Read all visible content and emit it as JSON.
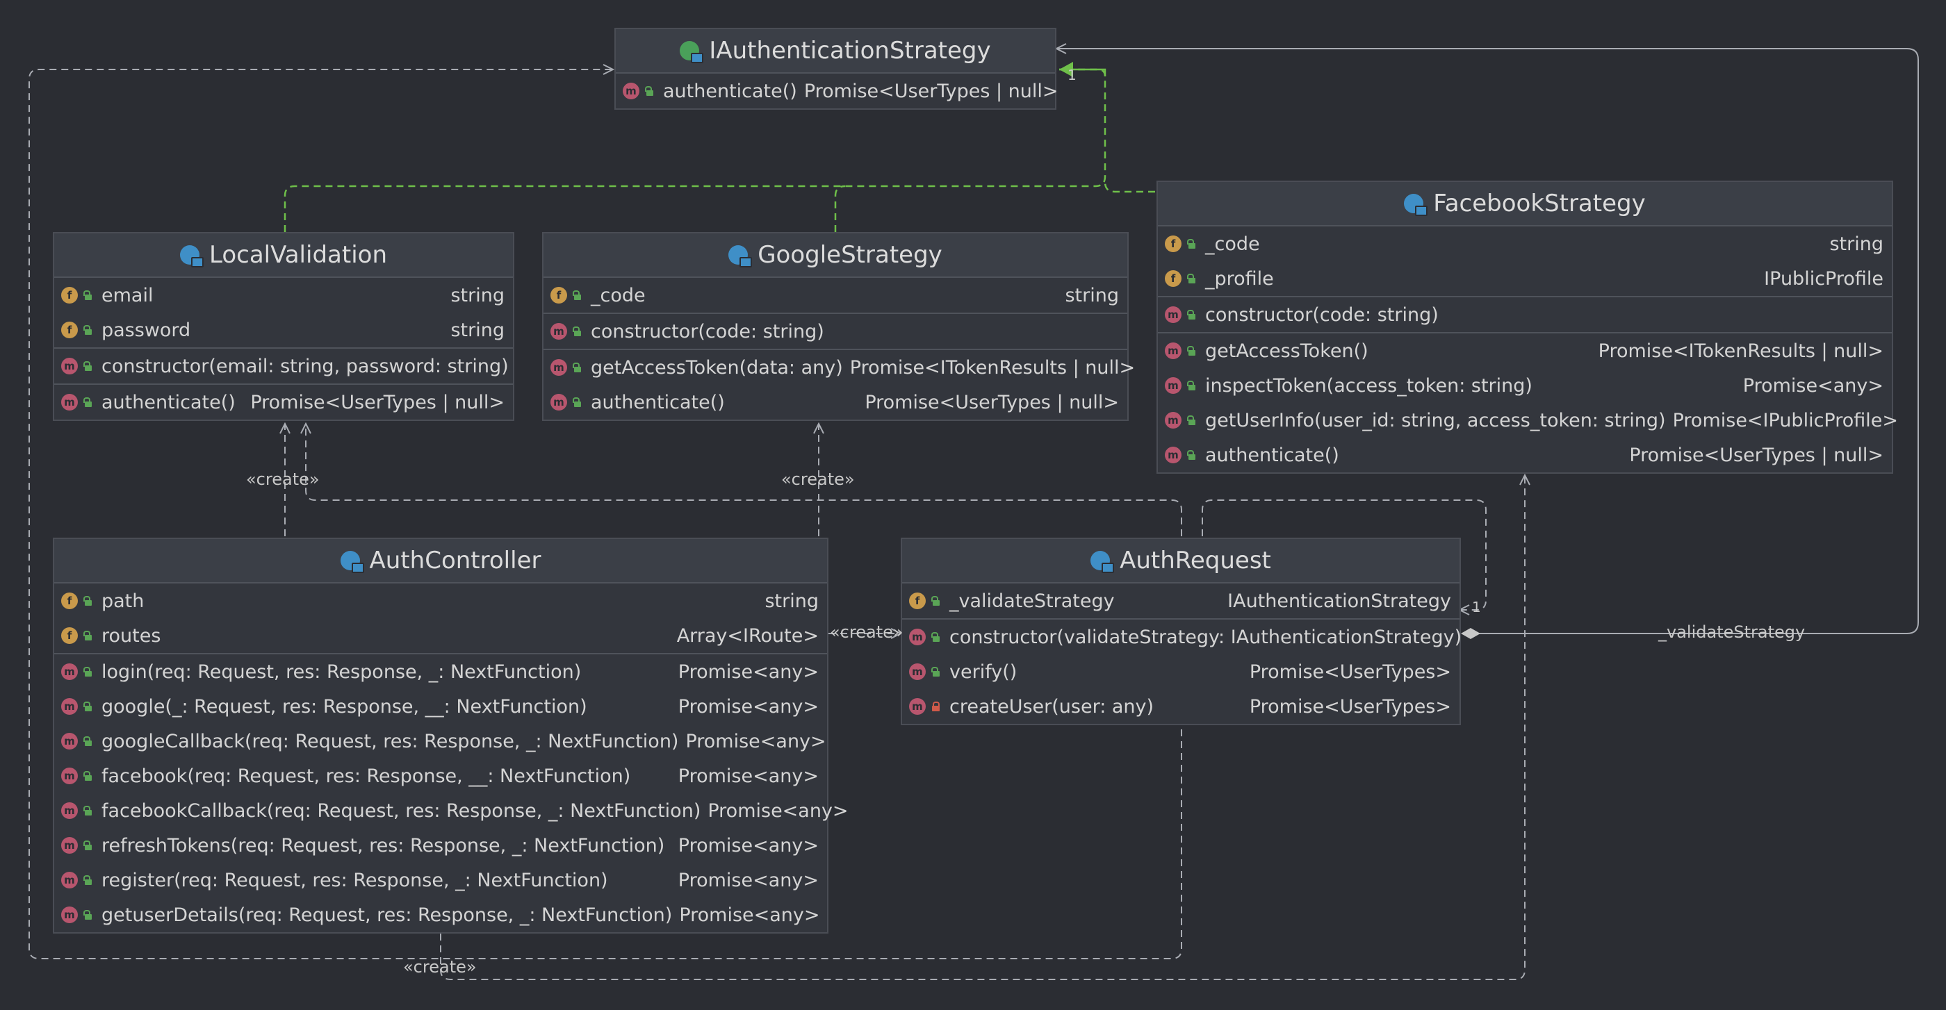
{
  "classes": {
    "iauth": {
      "name": "IAuthenticationStrategy",
      "sections": [
        [
          {
            "kind": "m",
            "vis": "pub",
            "name": "authenticate()",
            "type": "Promise<UserTypes | null>"
          }
        ]
      ]
    },
    "local": {
      "name": "LocalValidation",
      "sections": [
        [
          {
            "kind": "f",
            "vis": "pub",
            "name": "email",
            "type": "string"
          },
          {
            "kind": "f",
            "vis": "pub",
            "name": "password",
            "type": "string"
          }
        ],
        [
          {
            "kind": "m",
            "vis": "pub",
            "name": "constructor(email: string, password: string)",
            "type": ""
          }
        ],
        [
          {
            "kind": "m",
            "vis": "pub",
            "name": "authenticate()",
            "type": "Promise<UserTypes | null>"
          }
        ]
      ]
    },
    "google": {
      "name": "GoogleStrategy",
      "sections": [
        [
          {
            "kind": "f",
            "vis": "pub",
            "name": "_code",
            "type": "string"
          }
        ],
        [
          {
            "kind": "m",
            "vis": "pub",
            "name": "constructor(code: string)",
            "type": ""
          }
        ],
        [
          {
            "kind": "m",
            "vis": "pub",
            "name": "getAccessToken(data: any)",
            "type": "Promise<ITokenResults | null>"
          },
          {
            "kind": "m",
            "vis": "pub",
            "name": "authenticate()",
            "type": "Promise<UserTypes | null>"
          }
        ]
      ]
    },
    "facebook": {
      "name": "FacebookStrategy",
      "sections": [
        [
          {
            "kind": "f",
            "vis": "pub",
            "name": "_code",
            "type": "string"
          },
          {
            "kind": "f",
            "vis": "pub",
            "name": "_profile",
            "type": "IPublicProfile"
          }
        ],
        [
          {
            "kind": "m",
            "vis": "pub",
            "name": "constructor(code: string)",
            "type": ""
          }
        ],
        [
          {
            "kind": "m",
            "vis": "pub",
            "name": "getAccessToken()",
            "type": "Promise<ITokenResults | null>"
          },
          {
            "kind": "m",
            "vis": "pub",
            "name": "inspectToken(access_token: string)",
            "type": "Promise<any>"
          },
          {
            "kind": "m",
            "vis": "pub",
            "name": "getUserInfo(user_id: string, access_token: string)",
            "type": "Promise<IPublicProfile>"
          },
          {
            "kind": "m",
            "vis": "pub",
            "name": "authenticate()",
            "type": "Promise<UserTypes | null>"
          }
        ]
      ]
    },
    "controller": {
      "name": "AuthController",
      "sections": [
        [
          {
            "kind": "f",
            "vis": "pub",
            "name": "path",
            "type": "string"
          },
          {
            "kind": "f",
            "vis": "pub",
            "name": "routes",
            "type": "Array<IRoute>"
          }
        ],
        [
          {
            "kind": "m",
            "vis": "pub",
            "name": "login(req: Request, res: Response, _: NextFunction)",
            "type": "Promise<any>"
          },
          {
            "kind": "m",
            "vis": "pub",
            "name": "google(_: Request, res: Response, __: NextFunction)",
            "type": "Promise<any>"
          },
          {
            "kind": "m",
            "vis": "pub",
            "name": "googleCallback(req: Request, res: Response, _: NextFunction)",
            "type": "Promise<any>"
          },
          {
            "kind": "m",
            "vis": "pub",
            "name": "facebook(req: Request, res: Response, __: NextFunction)",
            "type": "Promise<any>"
          },
          {
            "kind": "m",
            "vis": "pub",
            "name": "facebookCallback(req: Request, res: Response, _: NextFunction)",
            "type": "Promise<any>"
          },
          {
            "kind": "m",
            "vis": "pub",
            "name": "refreshTokens(req: Request, res: Response, _: NextFunction)",
            "type": "Promise<any>"
          },
          {
            "kind": "m",
            "vis": "pub",
            "name": "register(req: Request, res: Response, _: NextFunction)",
            "type": "Promise<any>"
          },
          {
            "kind": "m",
            "vis": "pub",
            "name": "getuserDetails(req: Request, res: Response, _: NextFunction)",
            "type": "Promise<any>"
          }
        ]
      ]
    },
    "request": {
      "name": "AuthRequest",
      "sections": [
        [
          {
            "kind": "f",
            "vis": "pub",
            "name": "_validateStrategy",
            "type": "IAuthenticationStrategy"
          }
        ],
        [
          {
            "kind": "m",
            "vis": "pub",
            "name": "constructor(validateStrategy: IAuthenticationStrategy)",
            "type": ""
          },
          {
            "kind": "m",
            "vis": "pub",
            "name": "verify()",
            "type": "Promise<UserTypes>"
          },
          {
            "kind": "m",
            "vis": "priv",
            "name": "createUser(user: any)",
            "type": "Promise<UserTypes>"
          }
        ]
      ]
    }
  },
  "labels": {
    "create_local": "«create»",
    "create_google": "«create»",
    "create_request": "«create»",
    "create_bottom": "«create»",
    "validate_strategy": "_validateStrategy",
    "mult_iauth": "1",
    "mult_request": "1"
  },
  "colors": {
    "background": "#2b2d33",
    "box": "#33363d",
    "header": "#3b3f47",
    "edge": "#a9acb3",
    "realization": "#6fbf4a"
  }
}
